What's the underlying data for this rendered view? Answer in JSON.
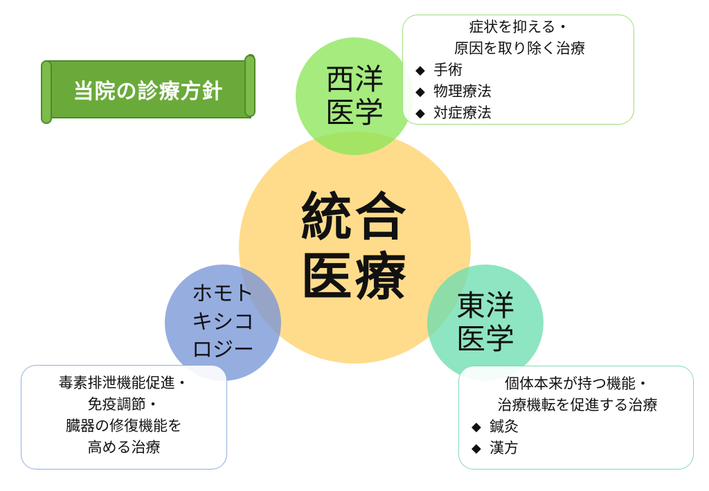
{
  "banner": {
    "title": "当院の診療方針"
  },
  "center": {
    "label": "統合\n医療"
  },
  "west": {
    "label": "西洋\n医学",
    "desc_lines": [
      "症状を抑える・",
      "原因を取り除く治療"
    ],
    "items": [
      "手術",
      "物理療法",
      "対症療法"
    ]
  },
  "east": {
    "label": "東洋\n医学",
    "desc_lines": [
      "個体本来が持つ機能・",
      "治療機転を促進する治療"
    ],
    "items": [
      "鍼灸",
      "漢方"
    ]
  },
  "homo": {
    "label": "ホモト\nキシコ\nロジー",
    "desc_lines": [
      "毒素排泄機能促進・",
      "免疫調節・",
      "臓器の修復機能を",
      "高める治療"
    ]
  },
  "bullet": "◆",
  "colors": {
    "banner_green": "#6aaa3a",
    "center_circle": "#ffd982",
    "west_circle": "#8ce65a",
    "east_circle": "#6edeaf",
    "homo_circle": "#7896d7"
  }
}
